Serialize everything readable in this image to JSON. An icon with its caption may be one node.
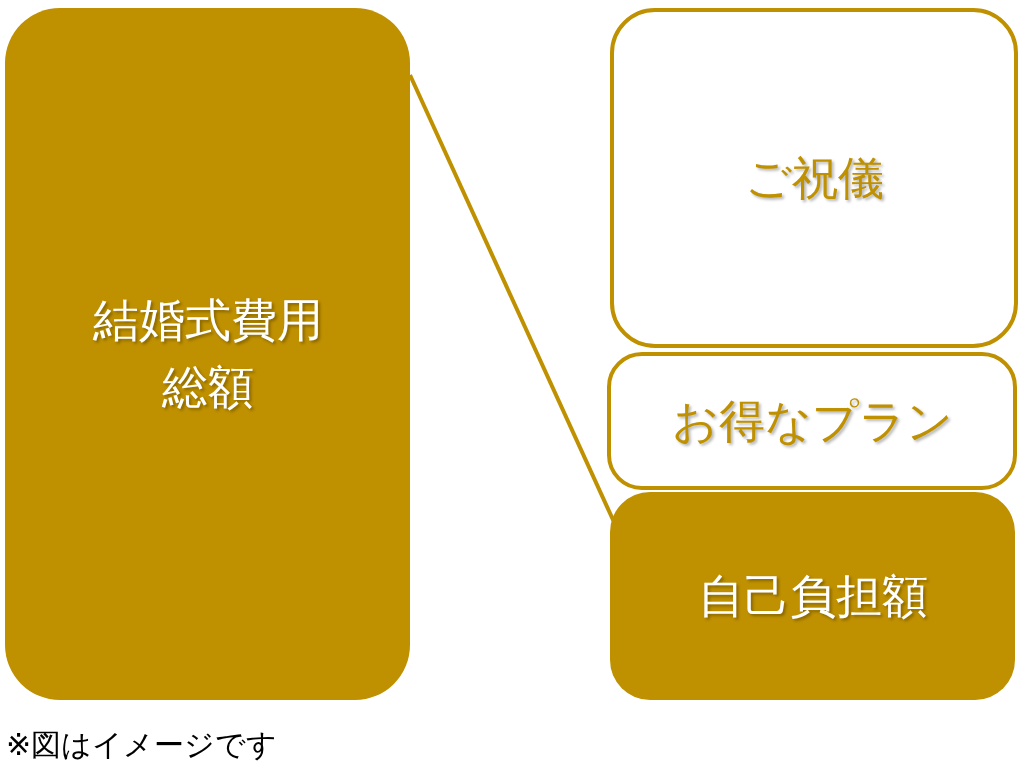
{
  "diagram": {
    "nodes": [
      {
        "text": [
          "結婚式費用総額"
        ]
      },
      {
        "text": [
          "ご祝儀"
        ]
      },
      {
        "text": [
          "お得なプラン"
        ]
      },
      {
        "text": [
          "自己負担額"
        ]
      }
    ],
    "edges": [
      {
        "from": 0,
        "to": 3,
        "arrow": "none"
      }
    ],
    "labels": [
      "※図はイメージです"
    ]
  }
}
